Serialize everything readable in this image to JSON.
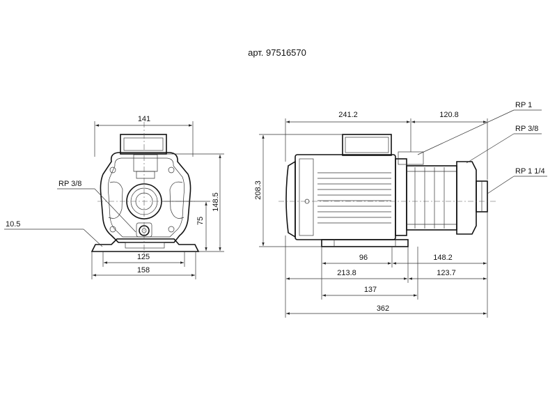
{
  "title": "арт. 97516570",
  "front_view": {
    "width_top": "141",
    "pipe_thread": "RP 3/8",
    "height_total": "148.5",
    "height_axis": "75",
    "foot_offset": "10.5",
    "foot_hole_spacing": "125",
    "foot_width": "158"
  },
  "side_view": {
    "length_motor": "241.2",
    "length_head": "120.8",
    "height": "208.3",
    "thread_top": "RP 1",
    "thread_vent": "RP 3/8",
    "thread_outlet": "RP 1 1/4",
    "dim_96": "96",
    "dim_148_2": "148.2",
    "dim_213_8": "213.8",
    "dim_123_7": "123.7",
    "dim_137": "137",
    "length_total": "362"
  }
}
